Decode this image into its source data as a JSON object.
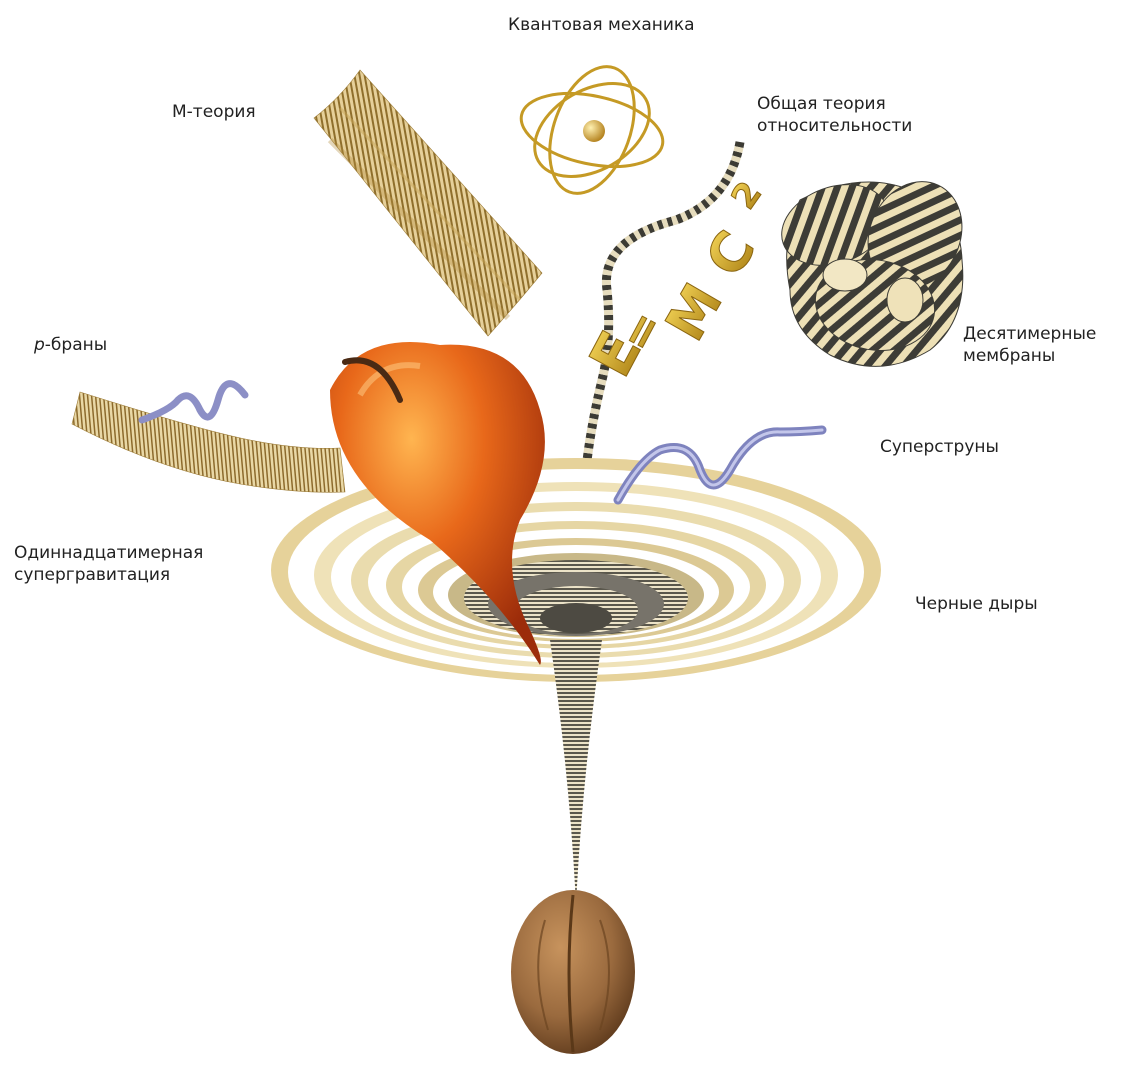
{
  "labels": {
    "quantum_mechanics": "Квантовая механика",
    "m_theory": "М-теория",
    "general_relativity": [
      "Общая теория",
      "относительности"
    ],
    "p_branes_italic": "p",
    "p_branes_rest": "-браны",
    "ten_dim_membranes": [
      "Десятимерные",
      "мембраны"
    ],
    "superstrings": "Суперструны",
    "eleven_dim_supergravity": [
      "Одиннадцатимерная",
      "супергравитация"
    ],
    "black_holes": "Черные дыры"
  },
  "formula": {
    "glyphs": [
      "E",
      "=",
      "M",
      "C",
      "2"
    ]
  },
  "colors": {
    "gold": "#c9a24a",
    "light_gold": "#e8d49a",
    "apple_orange": "#e0651a",
    "apple_dark": "#a8330c",
    "string_blue": "#8c8fc6",
    "walnut": "#9a6a3e",
    "dark_stripe": "#3b3a35"
  }
}
